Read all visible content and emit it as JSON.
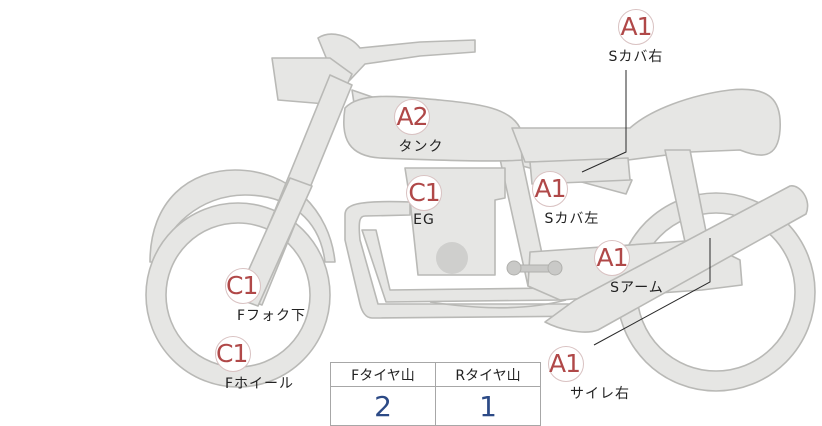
{
  "colors": {
    "bike_fill": "#e6e6e4",
    "bike_stroke": "#b9b9b6",
    "badge_text": "#b04848",
    "value_text": "#2c4a86"
  },
  "markers": [
    {
      "code": "A1",
      "part": "Sカバ右"
    },
    {
      "code": "A2",
      "part": "タンク"
    },
    {
      "code": "C1",
      "part": "EG"
    },
    {
      "code": "A1",
      "part": "Sカバ左"
    },
    {
      "code": "A1",
      "part": "Sアーム"
    },
    {
      "code": "C1",
      "part": "Fフォク下"
    },
    {
      "code": "C1",
      "part": "Fホイール"
    },
    {
      "code": "A1",
      "part": "サイレ右"
    }
  ],
  "tire_table": {
    "headers": [
      "Fタイヤ山",
      "Rタイヤ山"
    ],
    "values": [
      "2",
      "1"
    ]
  }
}
